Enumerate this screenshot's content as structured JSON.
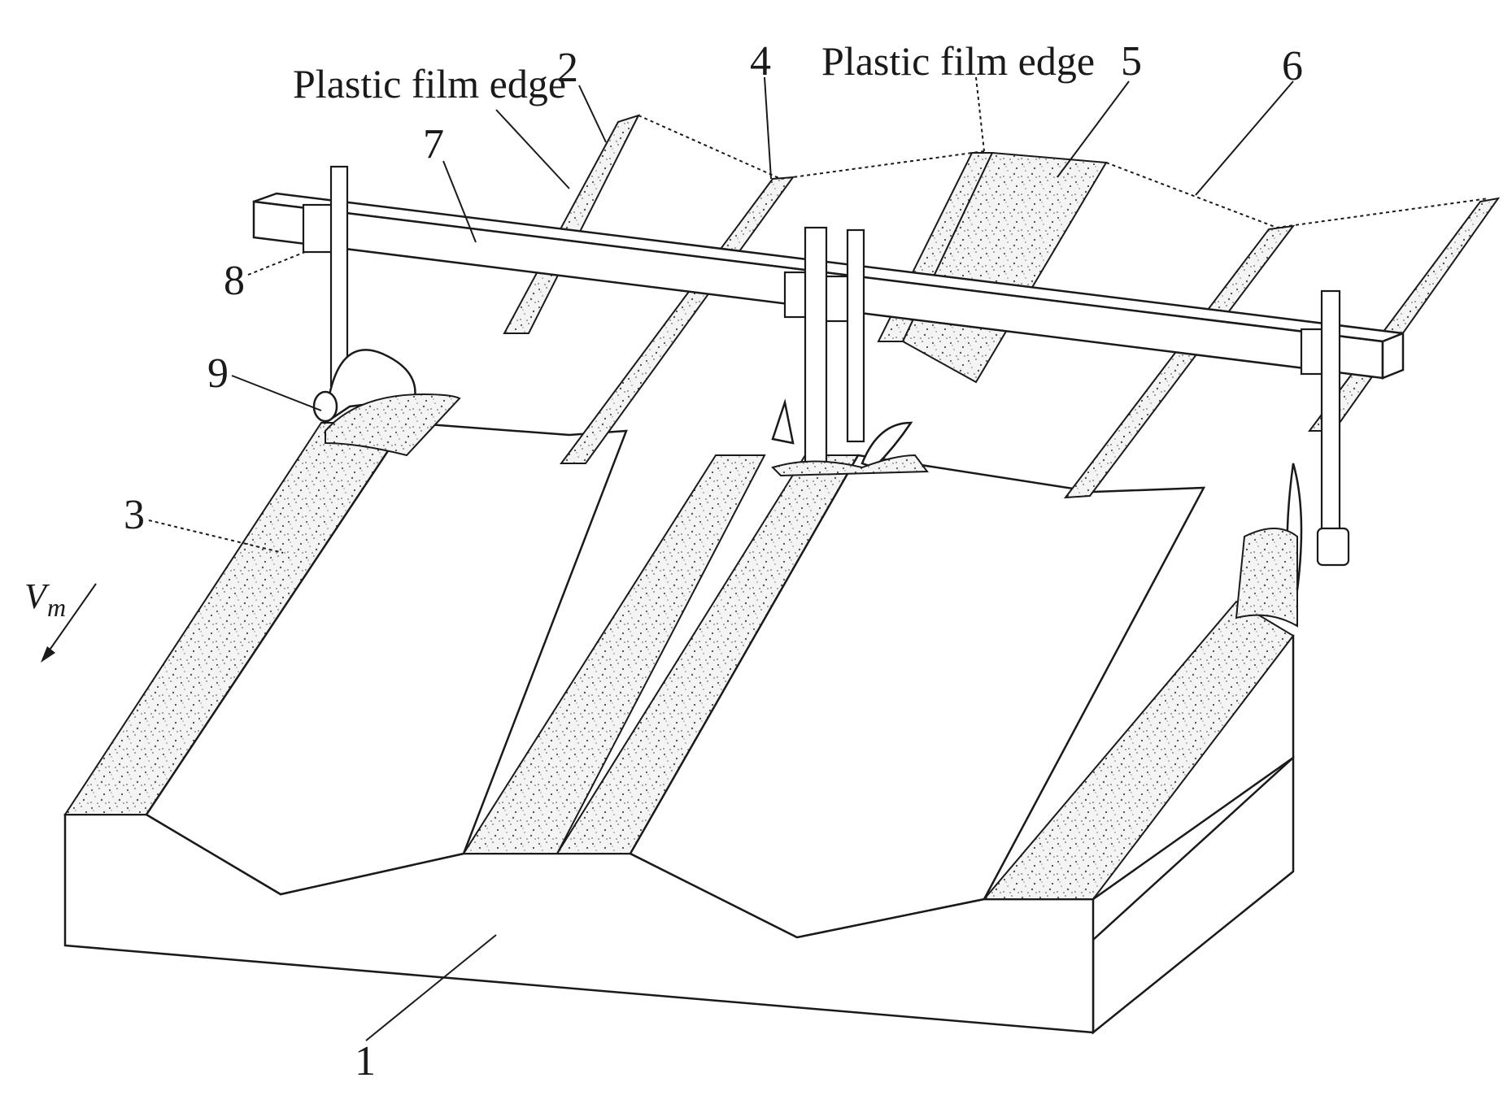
{
  "figure": {
    "labels": {
      "plastic_film_edge_left": "Plastic film edge",
      "plastic_film_edge_right": "Plastic film edge",
      "n1": "1",
      "n2": "2",
      "n3": "3",
      "n4": "4",
      "n5": "5",
      "n6": "6",
      "n7": "7",
      "n8": "8",
      "n9": "9",
      "velocity_symbol": "V",
      "velocity_subscript": "m"
    },
    "colors": {
      "line": "#1a1a1a",
      "background": "#ffffff",
      "soil_dots": "#555555"
    }
  }
}
